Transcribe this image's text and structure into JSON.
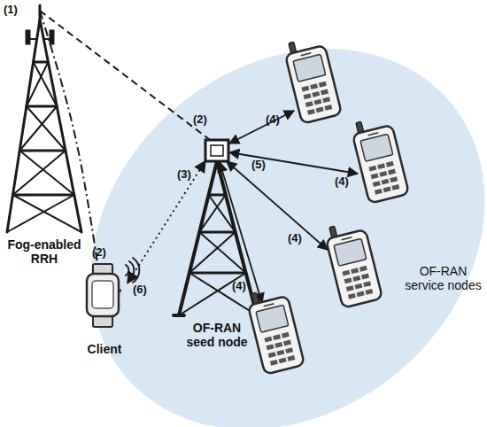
{
  "diagram": {
    "nodes": [
      {
        "text": [
          "Fog-enabled RRH"
        ]
      },
      {
        "text": [
          "OF-RAN service nodes"
        ]
      },
      {
        "text": [
          "OF-RAN seed node"
        ],
        "in": 1
      },
      {
        "text": [
          "Client"
        ],
        "in": 1
      }
    ],
    "edges": [
      {
        "from": 0,
        "to": 2,
        "arrow": "none"
      },
      {
        "from": 0,
        "to": 3,
        "arrow": "none"
      },
      {
        "from": 2,
        "to": 3,
        "arrow": "both"
      }
    ],
    "labels": [
      "(1)",
      "(2)",
      "(3)",
      "(4)",
      "(4)",
      "(4)",
      "(4)",
      "(5)",
      "(2)",
      "(6)"
    ]
  }
}
